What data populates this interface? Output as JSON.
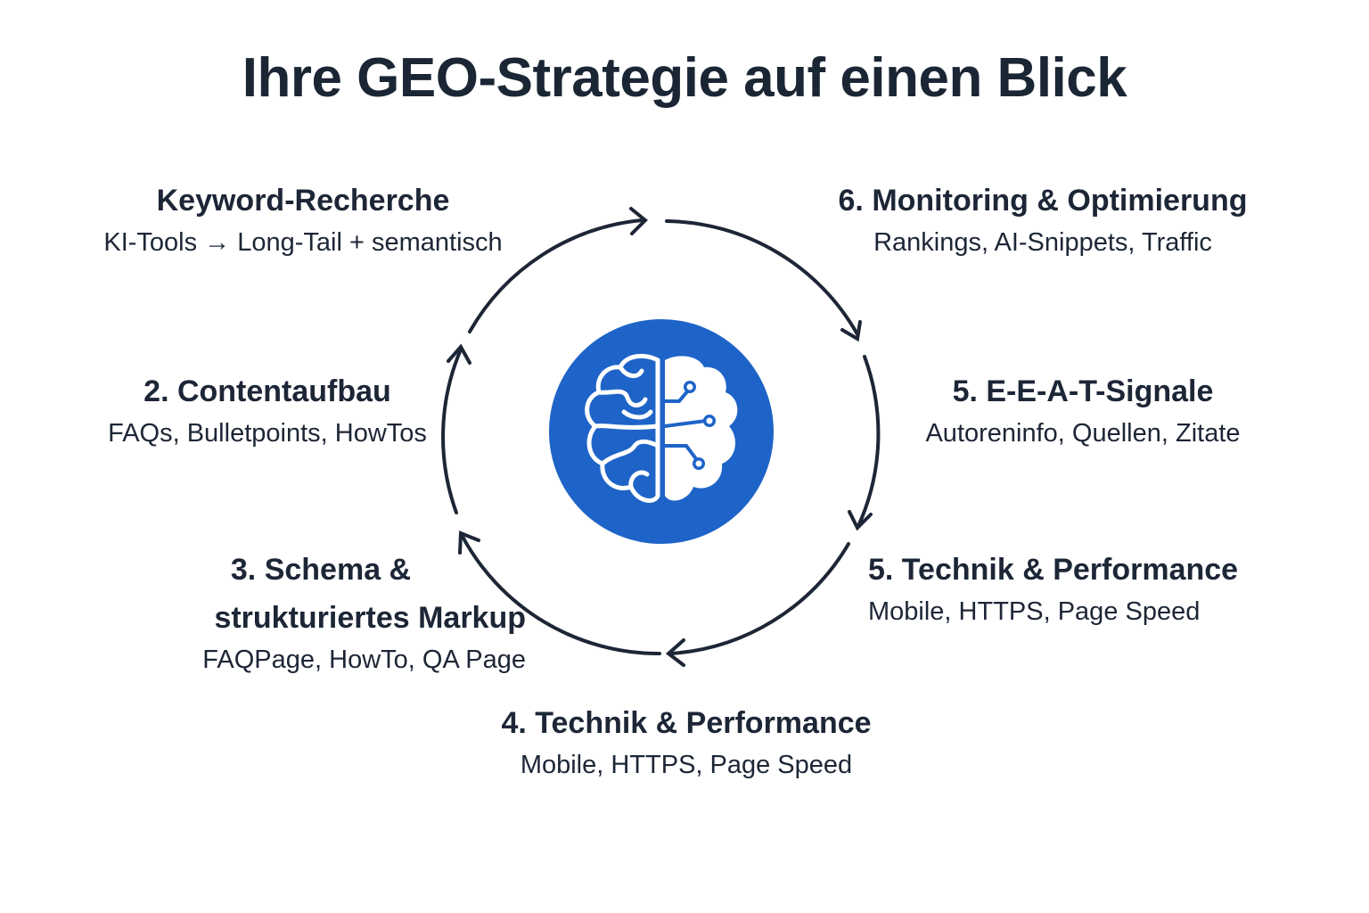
{
  "title": "Ihre GEO-Strategie auf einen Blick",
  "colors": {
    "text": "#1d2636",
    "ring": "#1d2636",
    "brain_circle": "#1e64c8",
    "brain_fill": "#ffffff"
  },
  "center_icon": "brain-circuit-icon",
  "steps": [
    {
      "head": "Keyword-Recherche",
      "sub": "KI-Tools → Long-Tail + semantisch"
    },
    {
      "head": "6. Monitoring & Optimierung",
      "sub": "Rankings, AI-Snippets, Traffic"
    },
    {
      "head": "2. Contentaufbau",
      "sub": "FAQs, Bulletpoints, HowTos"
    },
    {
      "head": "5. E-E-A-T-Signale",
      "sub": "Autoreninfo, Quellen, Zitate"
    },
    {
      "head": "3. Schema &",
      "head2": "strukturiertes Markup",
      "sub": "FAQPage, HowTo, QA Page"
    },
    {
      "head": "5. Technik & Performance",
      "sub": "Mobile, HTTPS, Page Speed"
    },
    {
      "head": "4. Technik & Performance",
      "sub": "Mobile, HTTPS, Page Speed"
    }
  ]
}
